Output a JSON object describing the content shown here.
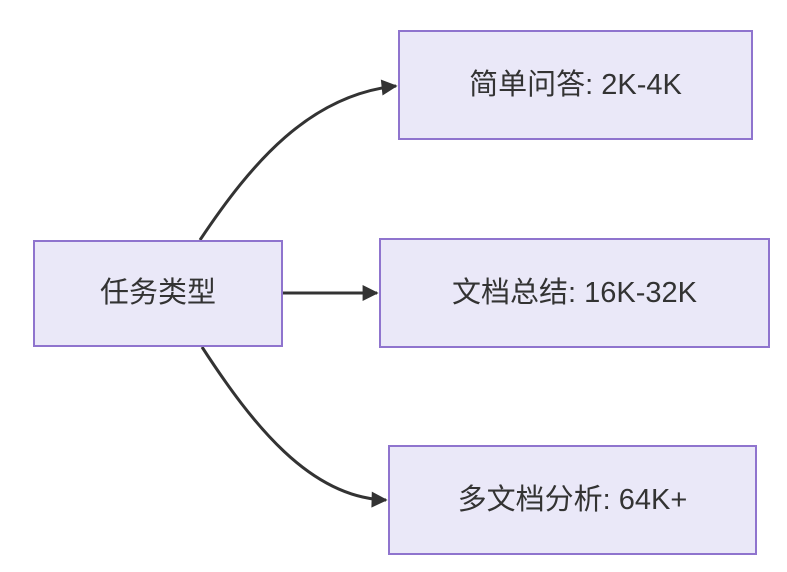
{
  "diagram": {
    "root": {
      "label": "任务类型"
    },
    "branches": [
      {
        "label": "简单问答: 2K-4K"
      },
      {
        "label": "文档总结: 16K-32K"
      },
      {
        "label": "多文档分析: 64K+"
      }
    ],
    "colors": {
      "background": "#FFFFFF",
      "node_fill": "#EAE8F8",
      "node_border": "#8F74CE",
      "edge": "#333333",
      "text": "#333333"
    }
  }
}
